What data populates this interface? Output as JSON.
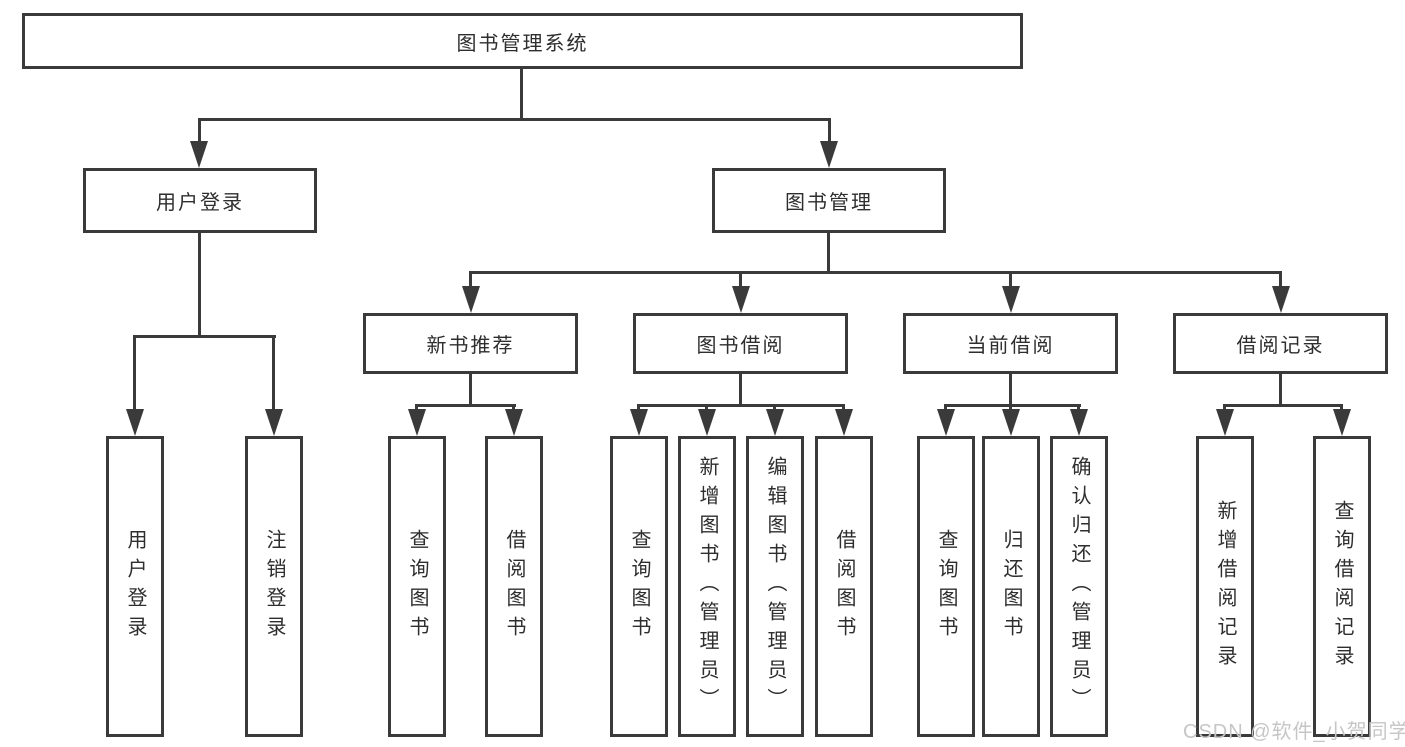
{
  "colors": {
    "background": "#ffffff",
    "line": "#3a3a3a",
    "text": "#2e2e2e",
    "watermark": "#c6c6c6"
  },
  "diagram": {
    "root": {
      "label": "图书管理系统"
    },
    "branches": [
      {
        "label": "用户登录",
        "children": [
          "用户登录",
          "注销登录"
        ]
      },
      {
        "label": "图书管理",
        "sections": [
          {
            "label": "新书推荐",
            "children": [
              "查询图书",
              "借阅图书"
            ]
          },
          {
            "label": "图书借阅",
            "children": [
              "查询图书",
              "新增图书（管理员）",
              "编辑图书（管理员）",
              "借阅图书"
            ]
          },
          {
            "label": "当前借阅",
            "children": [
              "查询图书",
              "归还图书",
              "确认归还（管理员）"
            ]
          },
          {
            "label": "借阅记录",
            "children": [
              "新增借阅记录",
              "查询借阅记录"
            ]
          }
        ]
      }
    ]
  },
  "watermark": {
    "text": "CSDN @软件_小贺同学"
  }
}
